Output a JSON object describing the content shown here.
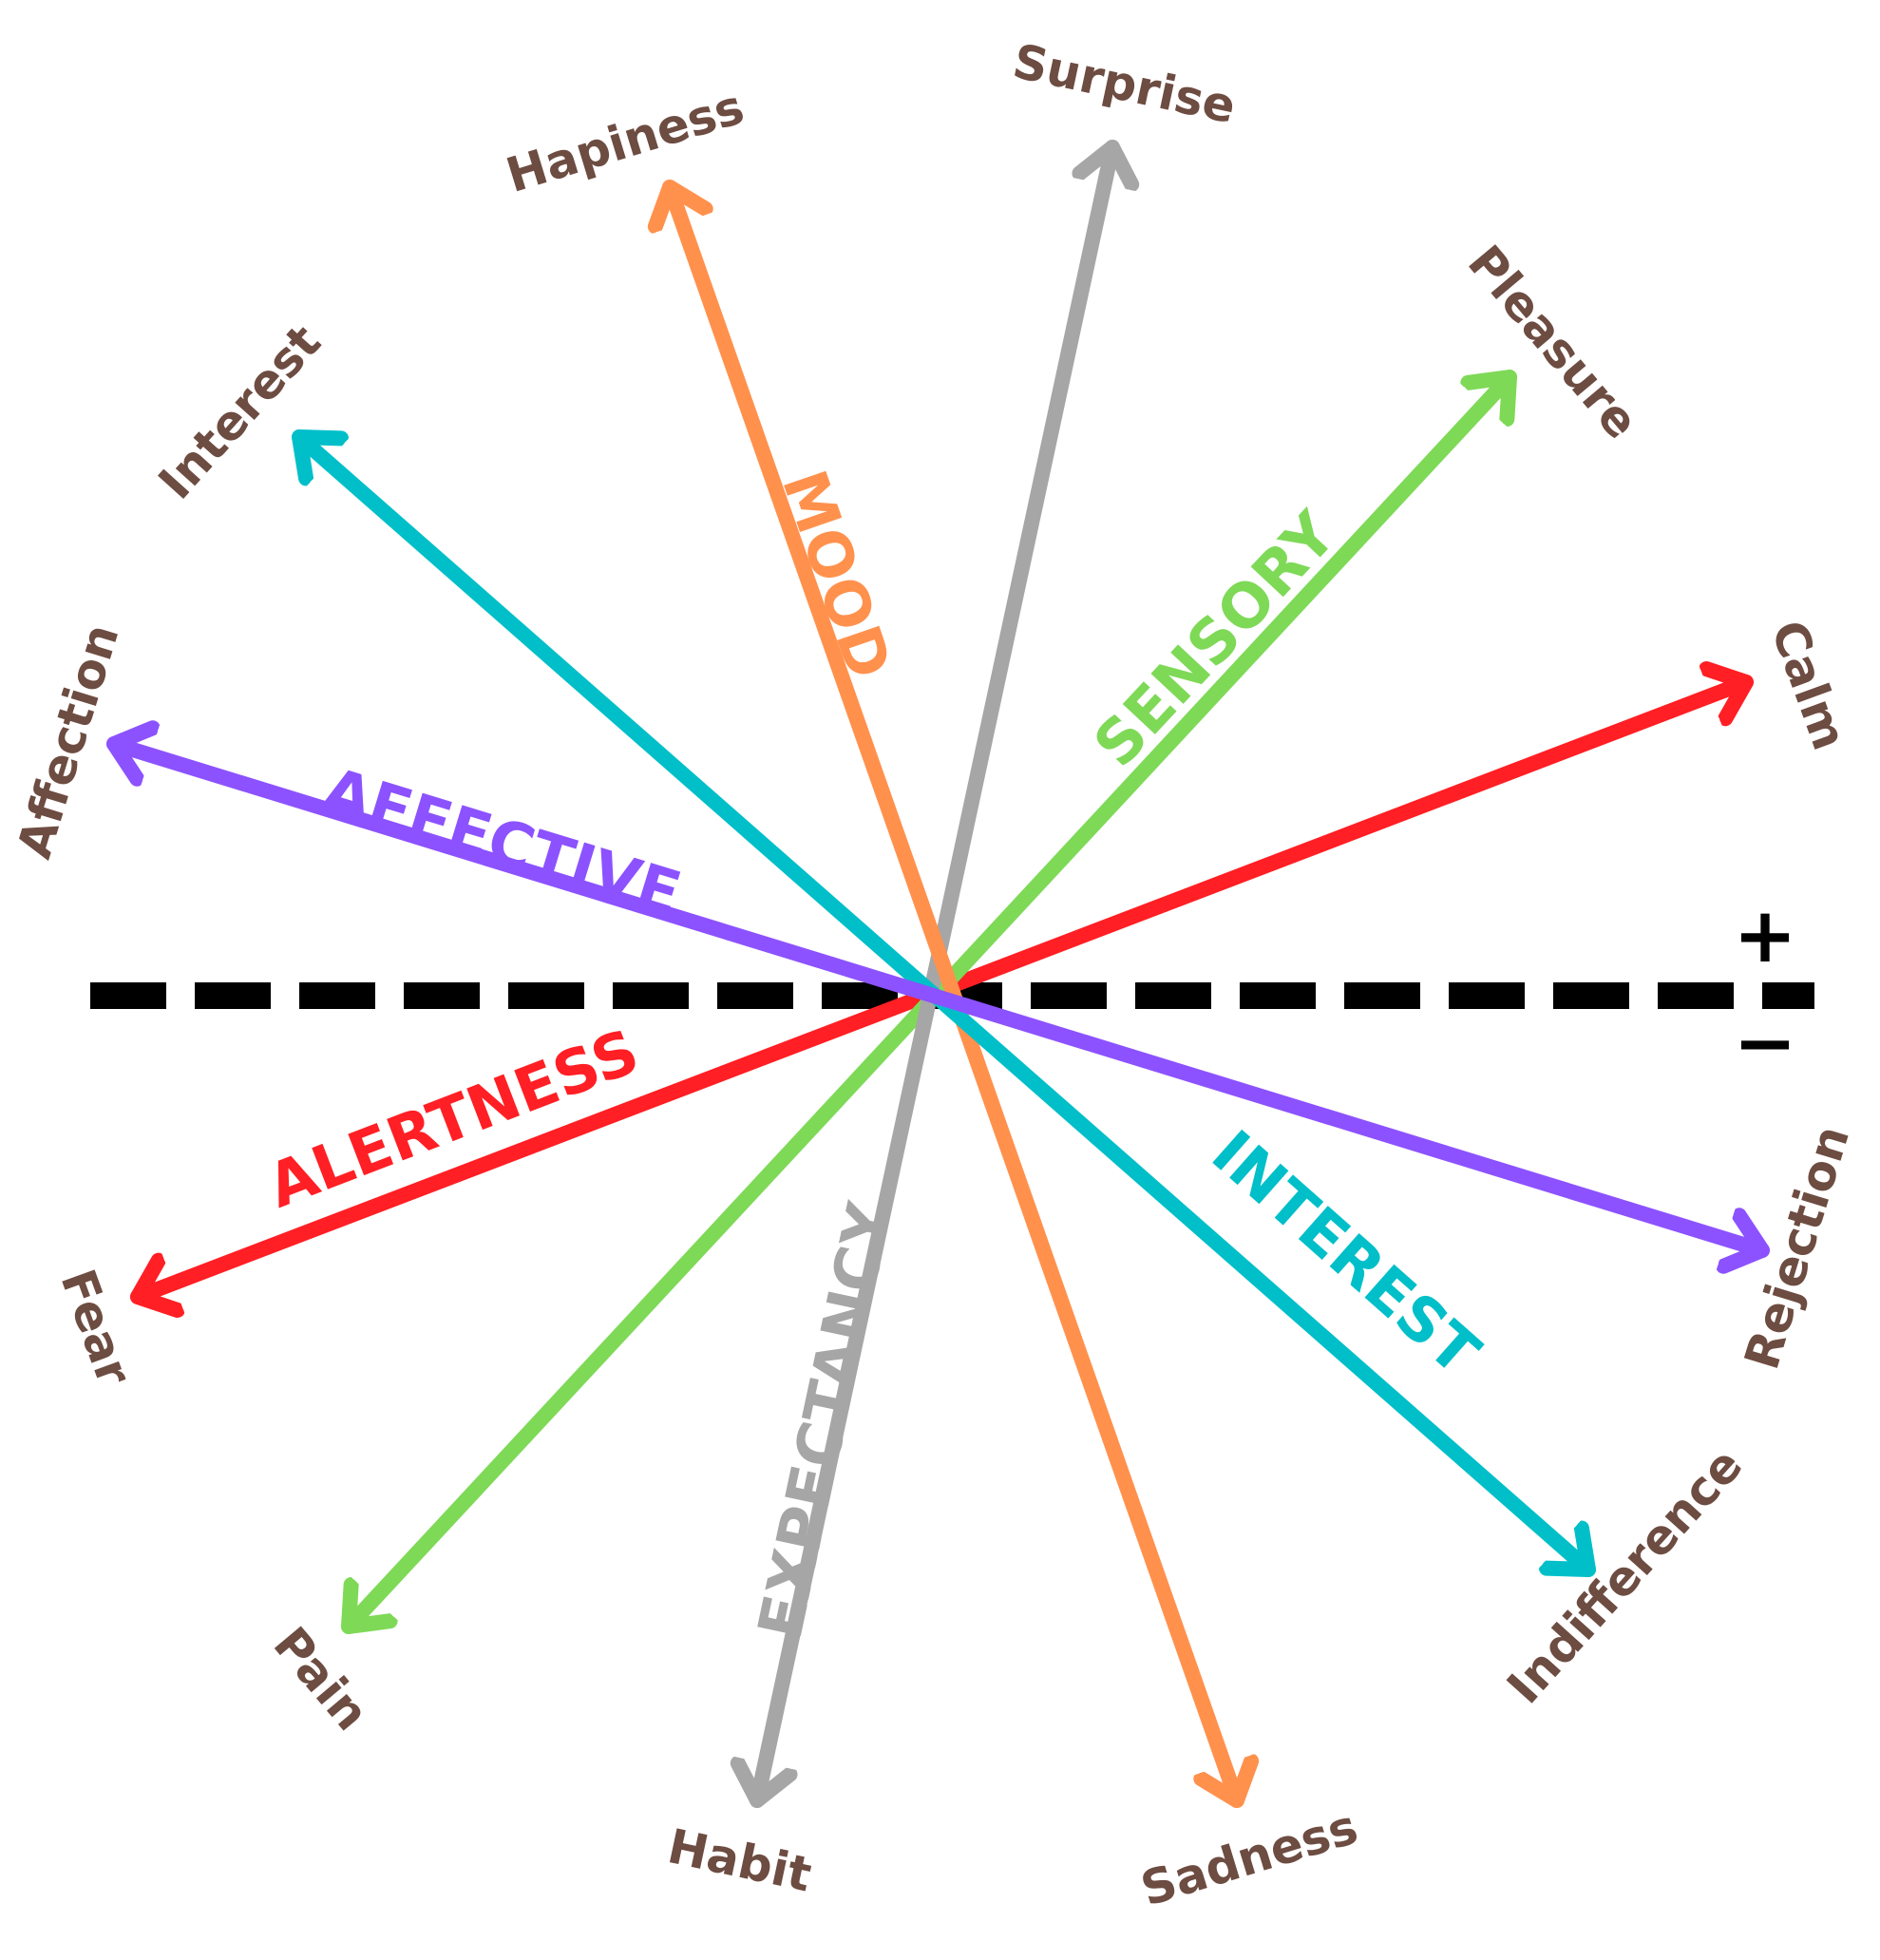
{
  "colors": {
    "label_text": "#6d4c41",
    "baseline": "#000000"
  },
  "baseline": {
    "pos_sign": "+",
    "neg_sign": "−"
  },
  "axes": [
    {
      "key": "alertness",
      "label": "ALERTNESS",
      "color": "#ff1f24",
      "positive": "Calm",
      "negative": "Fear"
    },
    {
      "key": "sensory",
      "label": "SENSORY",
      "color": "#7ed957",
      "positive": "Pleasure",
      "negative": "Pain"
    },
    {
      "key": "expectancy",
      "label": "EXPECTANCY",
      "color": "#a6a6a6",
      "positive": "Surprise",
      "negative": "Habit"
    },
    {
      "key": "mood",
      "label": "MOOD",
      "color": "#ff914d",
      "positive": "Hapiness",
      "negative": "Sadness"
    },
    {
      "key": "interest",
      "label": "INTEREST",
      "color": "#00bfc9",
      "positive": "Interest",
      "negative": "Indifference"
    },
    {
      "key": "affective",
      "label": "AFFECTIVE",
      "color": "#8c52ff",
      "positive": "Affection",
      "negative": "Rejection"
    }
  ]
}
